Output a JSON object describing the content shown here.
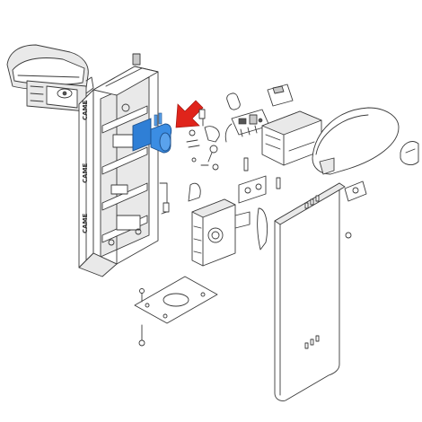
{
  "diagram": {
    "brand_marks": [
      "CAME",
      "CAME",
      "CAME"
    ],
    "highlight_color": "#2f7fd6",
    "arrow_color": "#e0241b",
    "line_color": "#3a3a3a",
    "icons": {
      "arrow": "pointer-arrow-icon",
      "highlighted_part": "cylinder-bracket-icon"
    }
  }
}
